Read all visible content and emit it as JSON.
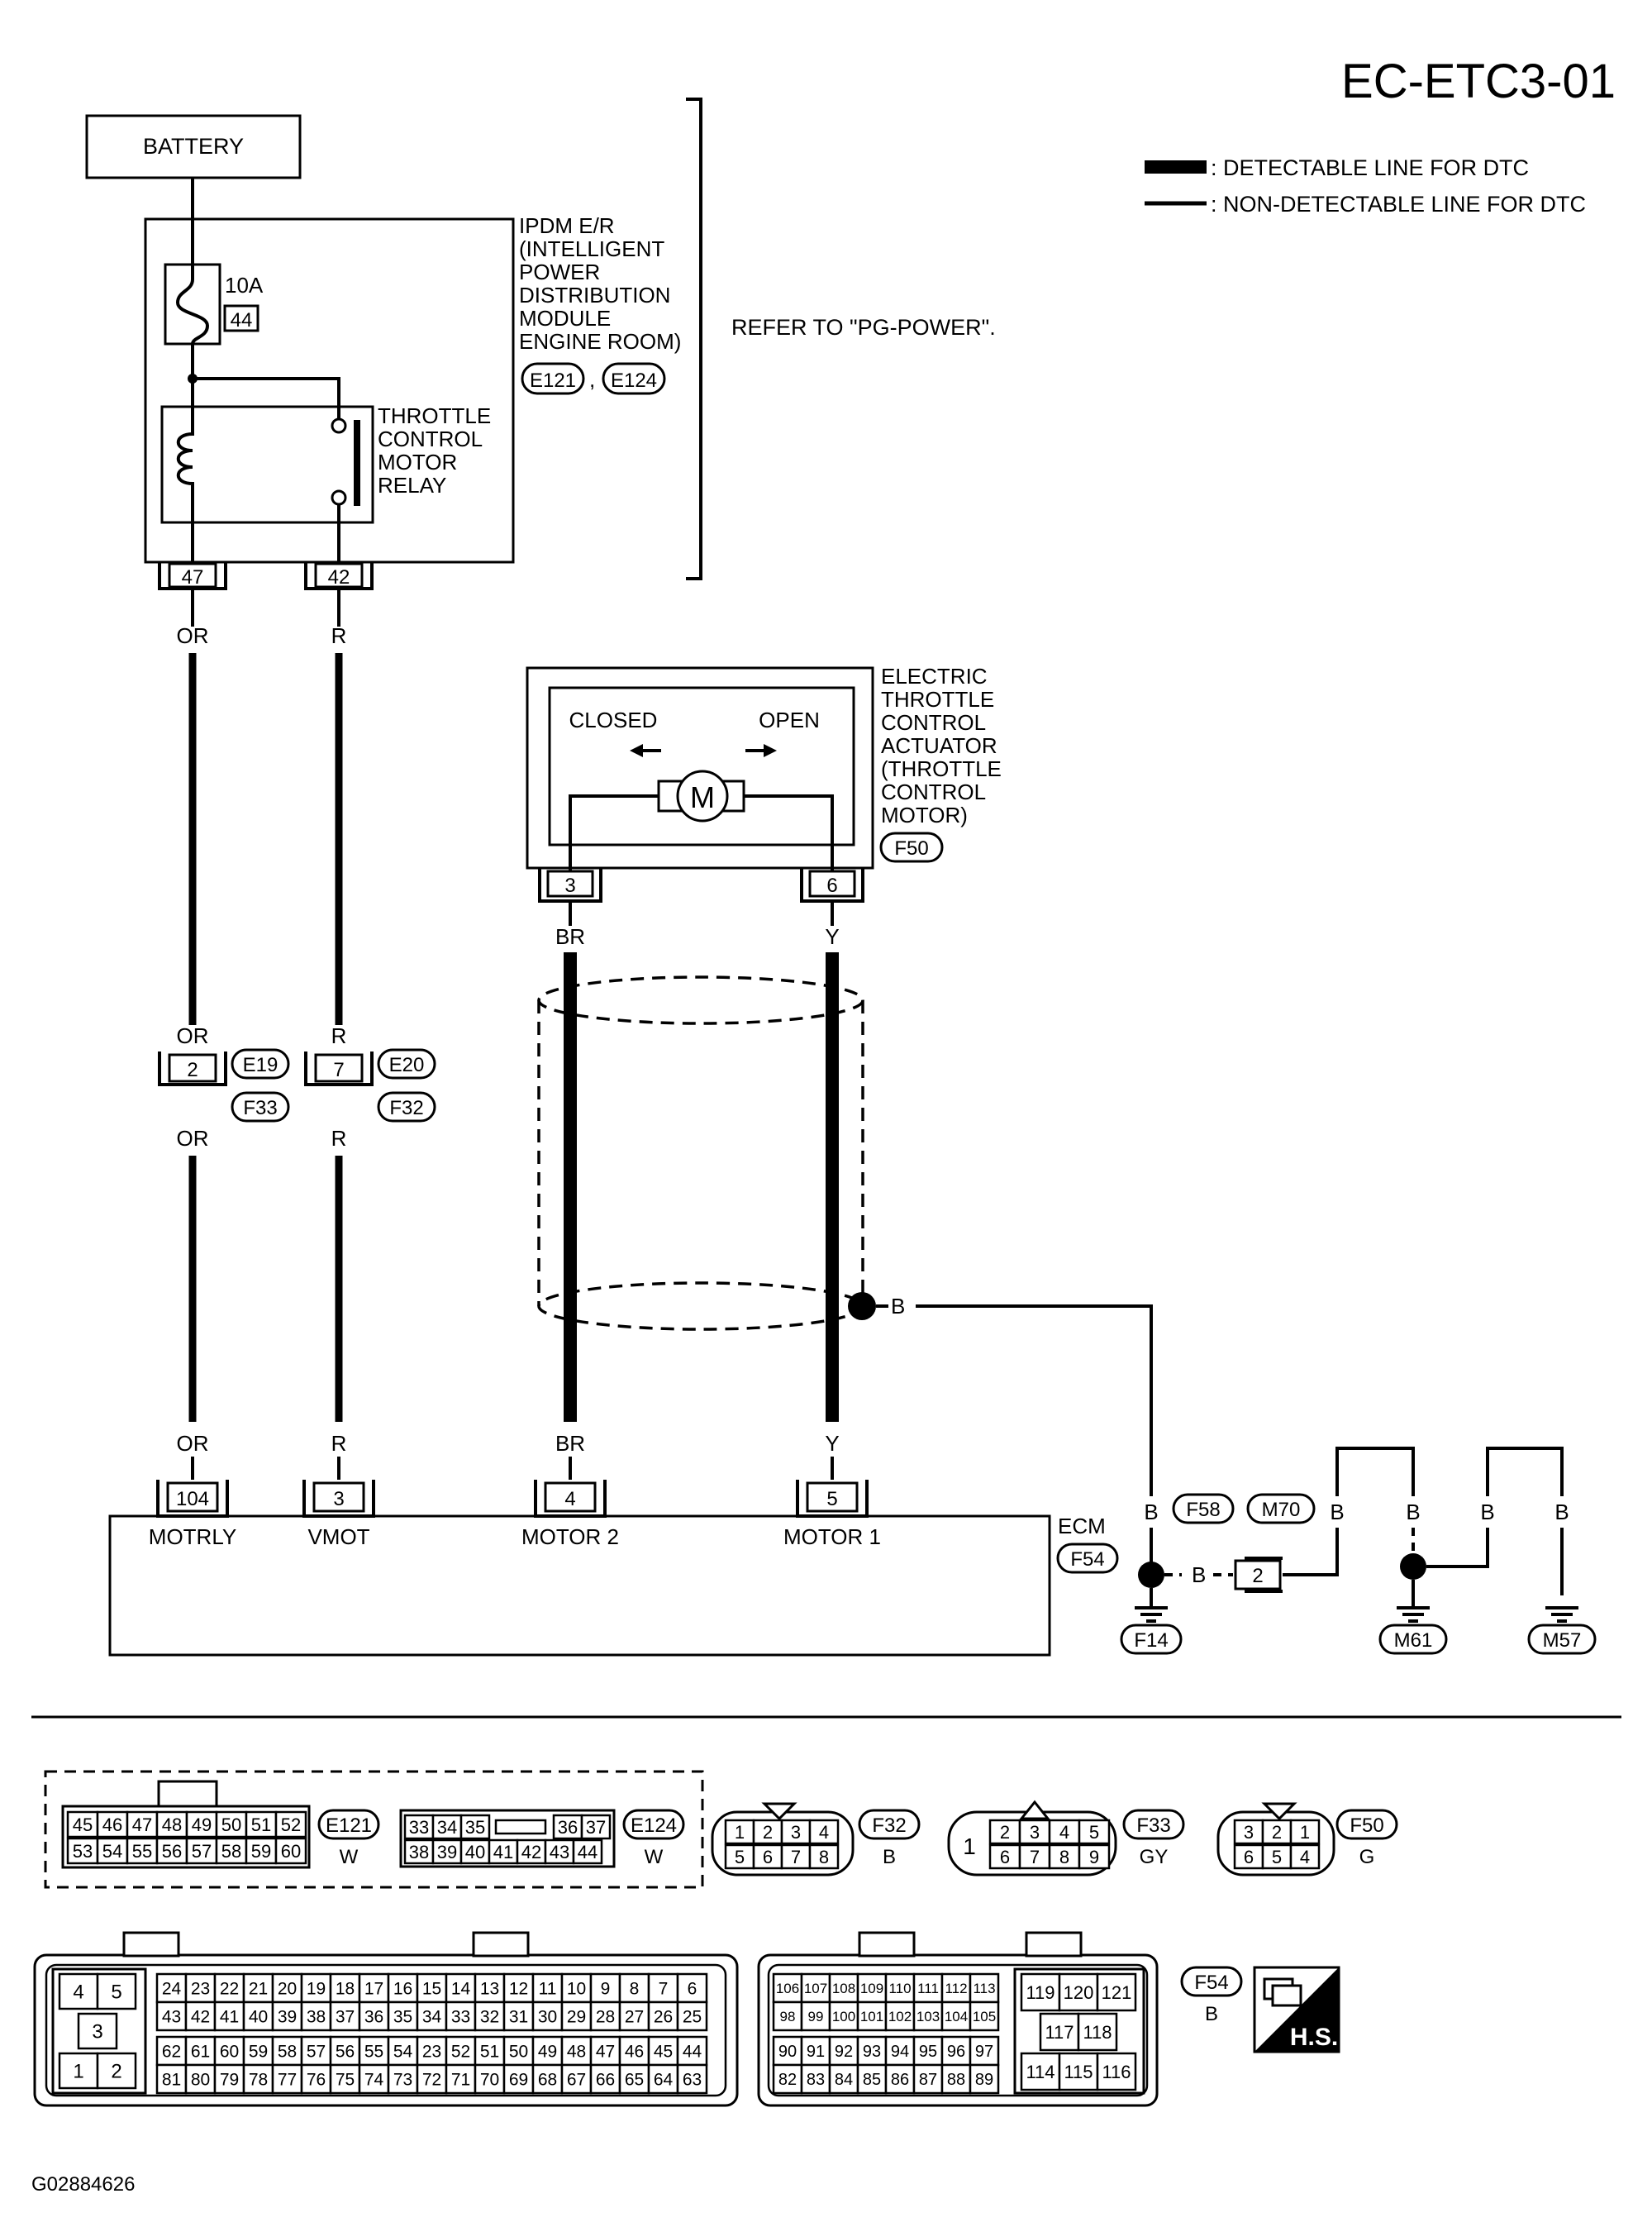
{
  "title": "EC-ETC3-01",
  "figure_id": "G02884626",
  "legend": {
    "detectable": ": DETECTABLE LINE FOR DTC",
    "non_detectable": ": NON-DETECTABLE LINE FOR DTC"
  },
  "battery": "BATTERY",
  "ipdm": {
    "lines": [
      "IPDM E/R",
      "(INTELLIGENT",
      "POWER",
      "DISTRIBUTION",
      "MODULE",
      "ENGINE ROOM)"
    ],
    "conn1": "E121",
    "sep": ",",
    "conn2": "E124",
    "fuse_amp": "10A",
    "fuse_no": "44",
    "relay_lines": [
      "THROTTLE",
      "CONTROL",
      "MOTOR",
      "RELAY"
    ],
    "term_a": "47",
    "term_b": "42"
  },
  "refer": "REFER TO \"PG-POWER\".",
  "actuator": {
    "lines": [
      "ELECTRIC",
      "THROTTLE",
      "CONTROL",
      "ACTUATOR",
      "(THROTTLE",
      "CONTROL",
      "MOTOR)"
    ],
    "conn": "F50",
    "closed": "CLOSED",
    "open": "OPEN",
    "motor": "M",
    "term_a": "3",
    "term_b": "6"
  },
  "wires": {
    "or": "OR",
    "r": "R",
    "br": "BR",
    "y": "Y",
    "b": "B"
  },
  "joint1": {
    "a": "E19",
    "b": "F33",
    "pin": "2"
  },
  "joint2": {
    "a": "E20",
    "b": "F32",
    "pin": "7"
  },
  "ecm": {
    "label": "ECM",
    "conn": "F54",
    "pins": [
      {
        "no": "104",
        "name": "MOTRLY"
      },
      {
        "no": "3",
        "name": "VMOT"
      },
      {
        "no": "4",
        "name": "MOTOR 2"
      },
      {
        "no": "5",
        "name": "MOTOR 1"
      }
    ]
  },
  "ground": {
    "f58": "F58",
    "m70": "M70",
    "pin": "2",
    "f14": "F14",
    "m61": "M61",
    "m57": "M57"
  },
  "connectors": {
    "e121": {
      "id": "E121",
      "color": "W",
      "row1": [
        "45",
        "46",
        "47",
        "48",
        "49",
        "50",
        "51",
        "52"
      ],
      "row2": [
        "53",
        "54",
        "55",
        "56",
        "57",
        "58",
        "59",
        "60"
      ]
    },
    "e124": {
      "id": "E124",
      "color": "W",
      "row1a": [
        "33",
        "34",
        "35"
      ],
      "row1b": [
        "36",
        "37"
      ],
      "row2": [
        "38",
        "39",
        "40",
        "41",
        "42",
        "43",
        "44"
      ]
    },
    "f32": {
      "id": "F32",
      "color": "B",
      "row1": [
        "1",
        "2",
        "3",
        "4"
      ],
      "row2": [
        "5",
        "6",
        "7",
        "8"
      ]
    },
    "f33": {
      "id": "F33",
      "color": "GY",
      "left": "1",
      "row1": [
        "2",
        "3",
        "4",
        "5"
      ],
      "row2": [
        "6",
        "7",
        "8",
        "9"
      ]
    },
    "f50": {
      "id": "F50",
      "color": "G",
      "row1": [
        "3",
        "2",
        "1"
      ],
      "row2": [
        "6",
        "5",
        "4"
      ]
    },
    "f54": {
      "id": "F54",
      "color": "B",
      "small_top": [
        "4",
        "5"
      ],
      "small_mid": "3",
      "small_bot": [
        "1",
        "2"
      ],
      "a1": [
        "24",
        "23",
        "22",
        "21",
        "20",
        "19",
        "18",
        "17",
        "16",
        "15",
        "14",
        "13",
        "12",
        "11",
        "10",
        "9",
        "8",
        "7",
        "6"
      ],
      "a2": [
        "43",
        "42",
        "41",
        "40",
        "39",
        "38",
        "37",
        "36",
        "35",
        "34",
        "33",
        "32",
        "31",
        "30",
        "29",
        "28",
        "27",
        "26",
        "25"
      ],
      "a3": [
        "62",
        "61",
        "60",
        "59",
        "58",
        "57",
        "56",
        "55",
        "54",
        "23",
        "52",
        "51",
        "50",
        "49",
        "48",
        "47",
        "46",
        "45",
        "44"
      ],
      "a4": [
        "81",
        "80",
        "79",
        "78",
        "77",
        "76",
        "75",
        "74",
        "73",
        "72",
        "71",
        "70",
        "69",
        "68",
        "67",
        "66",
        "65",
        "64",
        "63"
      ],
      "b1": [
        "106",
        "107",
        "108",
        "109",
        "110",
        "111",
        "112",
        "113"
      ],
      "b2": [
        "98",
        "99",
        "100",
        "101",
        "102",
        "103",
        "104",
        "105"
      ],
      "b3": [
        "90",
        "91",
        "92",
        "93",
        "94",
        "95",
        "96",
        "97"
      ],
      "b4": [
        "82",
        "83",
        "84",
        "85",
        "86",
        "87",
        "88",
        "89"
      ],
      "c1": [
        "119",
        "120",
        "121"
      ],
      "c2": [
        "117",
        "118"
      ],
      "c3": [
        "114",
        "115",
        "116"
      ]
    },
    "hs": "H.S."
  }
}
